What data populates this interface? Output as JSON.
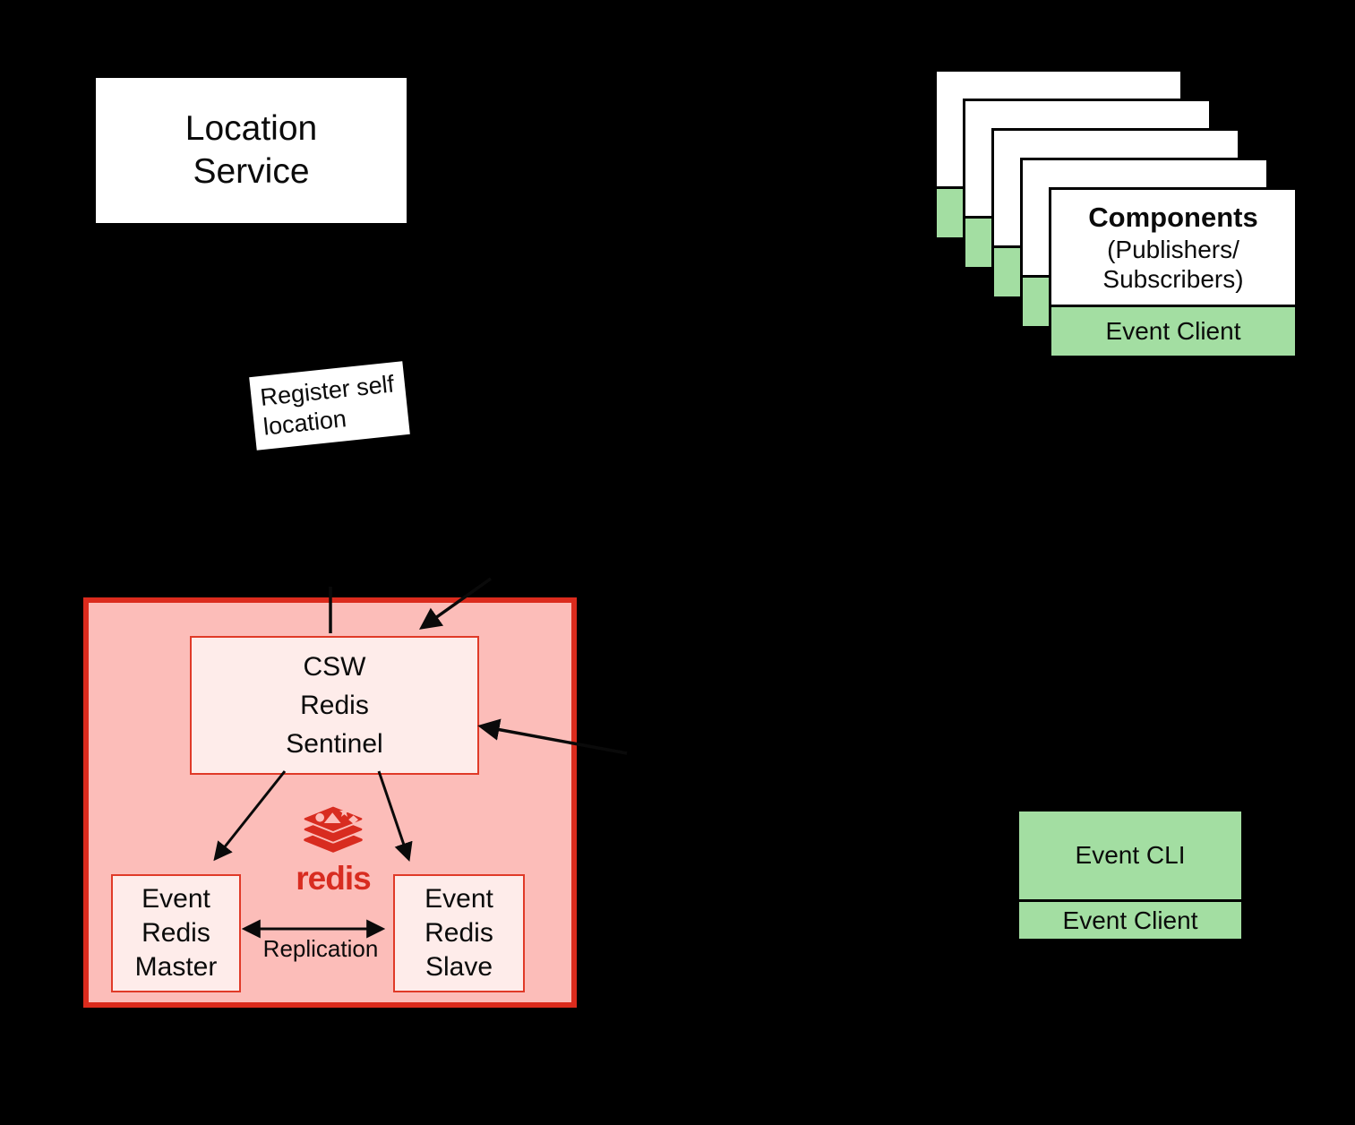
{
  "location_service": {
    "label": "Location\nService"
  },
  "components_stack": {
    "stack_count": 5,
    "title": "Components",
    "subtitle": "(Publishers/\nSubscribers)",
    "footer_label": "Event Client"
  },
  "register_note": {
    "label": "Register self\nlocation"
  },
  "redis_panel": {
    "sentinel_label": "CSW\nRedis\nSentinel",
    "master_label": "Event\nRedis\nMaster",
    "slave_label": "Event\nRedis\nSlave",
    "replication_label": "Replication",
    "redis_wordmark": "redis",
    "logo_icon": "redis-stacked-layers-icon"
  },
  "event_cli": {
    "title": "Event CLI",
    "footer_label": "Event Client"
  },
  "colors": {
    "background": "#000000",
    "card_green": "#A3DEA2",
    "panel_fill": "#FCBDB9",
    "panel_border": "#DB2B1D",
    "inner_box_fill": "#FEECEA",
    "inner_box_border": "#E03A28",
    "redis_red": "#D82C20",
    "box_white": "#FFFFFF",
    "line_black": "#0A0A0A"
  }
}
